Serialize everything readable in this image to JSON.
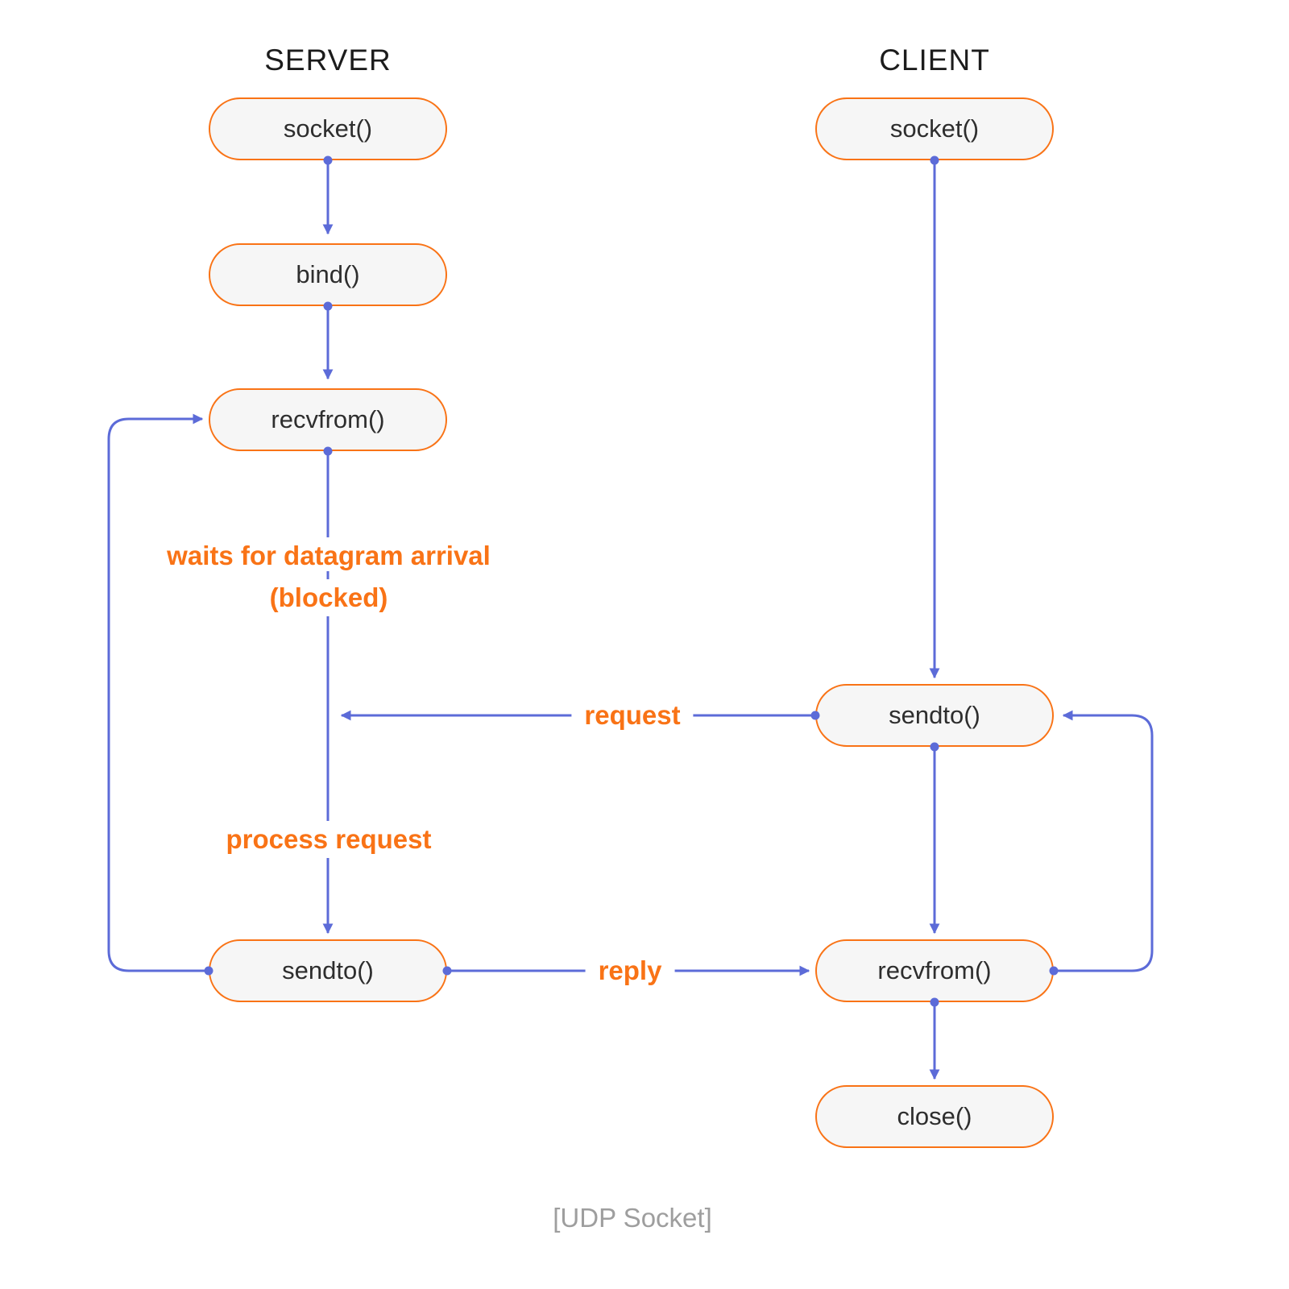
{
  "diagram": {
    "caption": "[UDP Socket]",
    "columns": {
      "server": {
        "title": "SERVER"
      },
      "client": {
        "title": "CLIENT"
      }
    },
    "nodes": {
      "server_socket": "socket()",
      "server_bind": "bind()",
      "server_recvfrom": "recvfrom()",
      "server_sendto": "sendto()",
      "client_socket": "socket()",
      "client_sendto": "sendto()",
      "client_recvfrom": "recvfrom()",
      "client_close": "close()"
    },
    "labels": {
      "waits_line1": "waits for datagram arrival",
      "waits_line2": "(blocked)",
      "request": "request",
      "process_request": "process request",
      "reply": "reply"
    },
    "colors": {
      "node_border": "#f97316",
      "node_fill": "#f6f6f6",
      "arrow": "#5c6bd8",
      "edge_label": "#f97316",
      "caption": "#9e9e9e",
      "node_text": "#2e2e2e"
    }
  }
}
